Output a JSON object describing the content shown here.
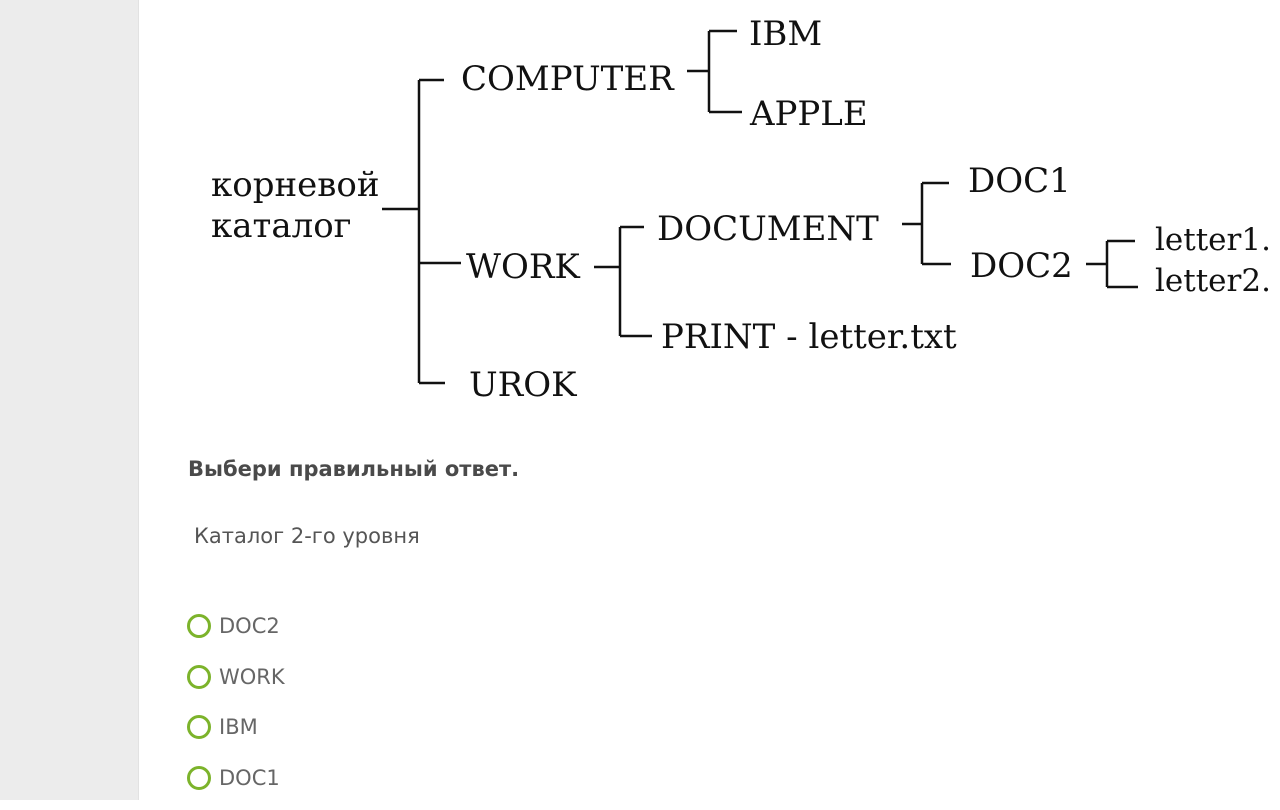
{
  "diagram": {
    "root_line1": "корневой",
    "root_line2": "каталог",
    "computer": "COMPUTER",
    "ibm": "IBM",
    "apple": "APPLE",
    "work": "WORK",
    "document": "DOCUMENT",
    "doc1": "DOC1",
    "doc2": "DOC2",
    "letter1": "letter1.",
    "letter2": "letter2.",
    "print": "PRINT - letter.txt",
    "urok": "UROK"
  },
  "instruction": "Выбери правильный ответ.",
  "question": "Каталог 2-го уровня",
  "options": [
    {
      "label": "DOC2"
    },
    {
      "label": "WORK"
    },
    {
      "label": "IBM"
    },
    {
      "label": "DOC1"
    }
  ],
  "colors": {
    "radio_border": "#7cb32b",
    "gutter": "#ececec"
  }
}
